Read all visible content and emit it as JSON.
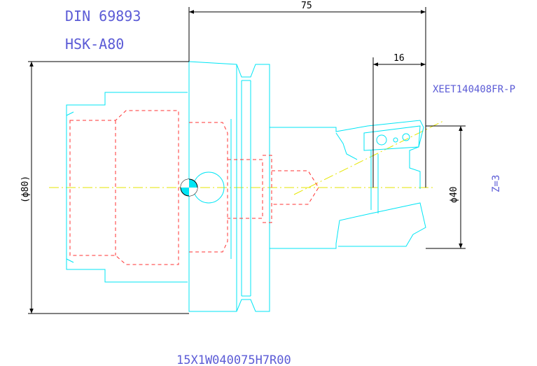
{
  "title": {
    "standard": "DIN 69893",
    "interface": "HSK-A80"
  },
  "insert": "XEET140408FR-P",
  "teeth": "Z=3",
  "part_number": "15X1W040075H7R00",
  "dimensions": {
    "overall_length": "75",
    "insert_offset": "16",
    "shank_diameter": "(ϕ80)",
    "cutting_diameter": "ϕ40"
  },
  "colors": {
    "outline": "#00e5f5",
    "hidden": "#ff3333",
    "centerline": "#e6e600",
    "dimension": "#000000",
    "annotation": "#5b5bd6"
  }
}
